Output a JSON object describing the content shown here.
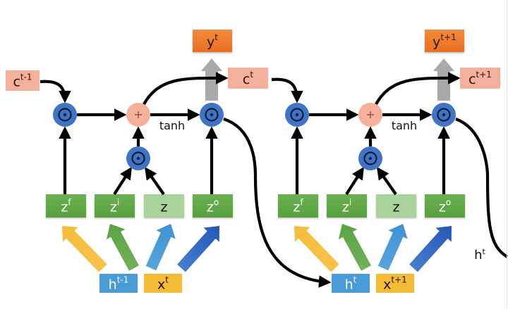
{
  "title": "LSTM unrolled over two time steps",
  "colors": {
    "cell_state": "#f4b09a",
    "output": "#ee7a30",
    "gate_circle": "#3f75c4",
    "plus_circle": "#f4b09a",
    "gate_box": "#62a84a",
    "candidate_box": "#a9d39a",
    "h_box": "#4a9ad8",
    "x_box": "#f6bb36",
    "arrow_yellow": "#f6bd3a",
    "arrow_green": "#63a64a",
    "arrow_lightblue": "#4696d6",
    "arrow_darkblue": "#2a62bf",
    "gray_arrow": "#a9a9a9",
    "line": "#000000"
  },
  "operators": {
    "multiply": "⊙",
    "add": "+",
    "activation": "tanh"
  },
  "cells": [
    {
      "c_prev": {
        "base": "c",
        "sup": "t-1"
      },
      "c_next": {
        "base": "c",
        "sup": "t"
      },
      "y": {
        "base": "y",
        "sup": "t"
      },
      "gates": [
        {
          "base": "z",
          "sup": "f"
        },
        {
          "base": "z",
          "sup": "i"
        },
        {
          "base": "z",
          "sup": ""
        },
        {
          "base": "z",
          "sup": "o"
        }
      ],
      "h_in": {
        "base": "h",
        "sup": "t-1"
      },
      "x_in": {
        "base": "x",
        "sup": "t"
      },
      "tanh": "tanh"
    },
    {
      "c_prev": {
        "base": "c",
        "sup": "t"
      },
      "c_next": {
        "base": "c",
        "sup": "t+1"
      },
      "y": {
        "base": "y",
        "sup": "t+1"
      },
      "gates": [
        {
          "base": "z",
          "sup": "f"
        },
        {
          "base": "z",
          "sup": "i"
        },
        {
          "base": "z",
          "sup": ""
        },
        {
          "base": "z",
          "sup": "o"
        }
      ],
      "h_in": {
        "base": "h",
        "sup": "t"
      },
      "x_in": {
        "base": "x",
        "sup": "t+1"
      },
      "tanh": "tanh"
    }
  ],
  "h_out_label": {
    "base": "h",
    "sup": "t"
  }
}
